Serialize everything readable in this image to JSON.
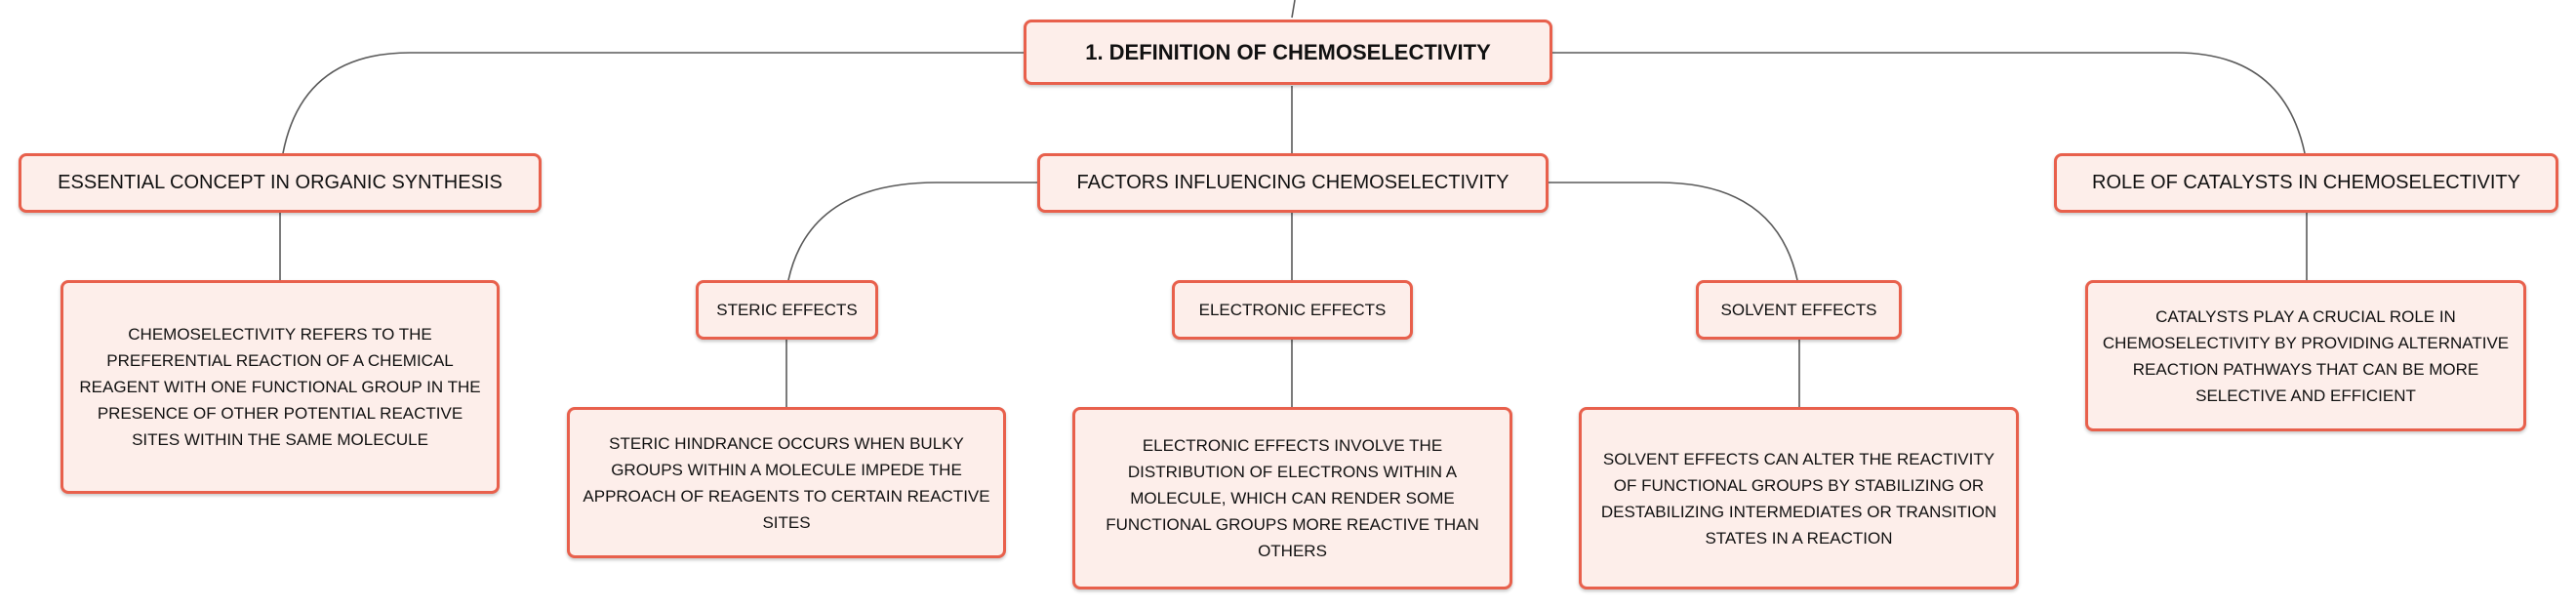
{
  "map": {
    "root": "1. DEFINITION OF CHEMOSELECTIVITY",
    "left": {
      "label": "ESSENTIAL CONCEPT IN ORGANIC SYNTHESIS",
      "detail": "CHEMOSELECTIVITY REFERS TO THE PREFERENTIAL REACTION OF A CHEMICAL REAGENT WITH ONE FUNCTIONAL GROUP IN THE PRESENCE OF OTHER POTENTIAL REACTIVE SITES WITHIN THE SAME MOLECULE"
    },
    "center": {
      "label": "FACTORS INFLUENCING CHEMOSELECTIVITY",
      "children": [
        {
          "label": "STERIC EFFECTS",
          "detail": "STERIC HINDRANCE OCCURS WHEN BULKY GROUPS WITHIN A MOLECULE IMPEDE THE APPROACH OF REAGENTS TO CERTAIN REACTIVE SITES"
        },
        {
          "label": "ELECTRONIC EFFECTS",
          "detail": "ELECTRONIC EFFECTS INVOLVE THE DISTRIBUTION OF ELECTRONS WITHIN A MOLECULE, WHICH CAN RENDER SOME FUNCTIONAL GROUPS MORE REACTIVE THAN OTHERS"
        },
        {
          "label": "SOLVENT EFFECTS",
          "detail": "SOLVENT EFFECTS CAN ALTER THE REACTIVITY OF FUNCTIONAL GROUPS BY STABILIZING OR DESTABILIZING INTERMEDIATES OR TRANSITION STATES IN A REACTION"
        }
      ]
    },
    "right": {
      "label": "ROLE OF CATALYSTS IN CHEMOSELECTIVITY",
      "detail": "CATALYSTS PLAY A CRUCIAL ROLE IN CHEMOSELECTIVITY BY PROVIDING ALTERNATIVE REACTION PATHWAYS THAT CAN BE MORE SELECTIVE AND EFFICIENT"
    }
  },
  "colors": {
    "node_fill": "#fdeeea",
    "node_border": "#e8604c",
    "connector": "#5a5a5a"
  }
}
